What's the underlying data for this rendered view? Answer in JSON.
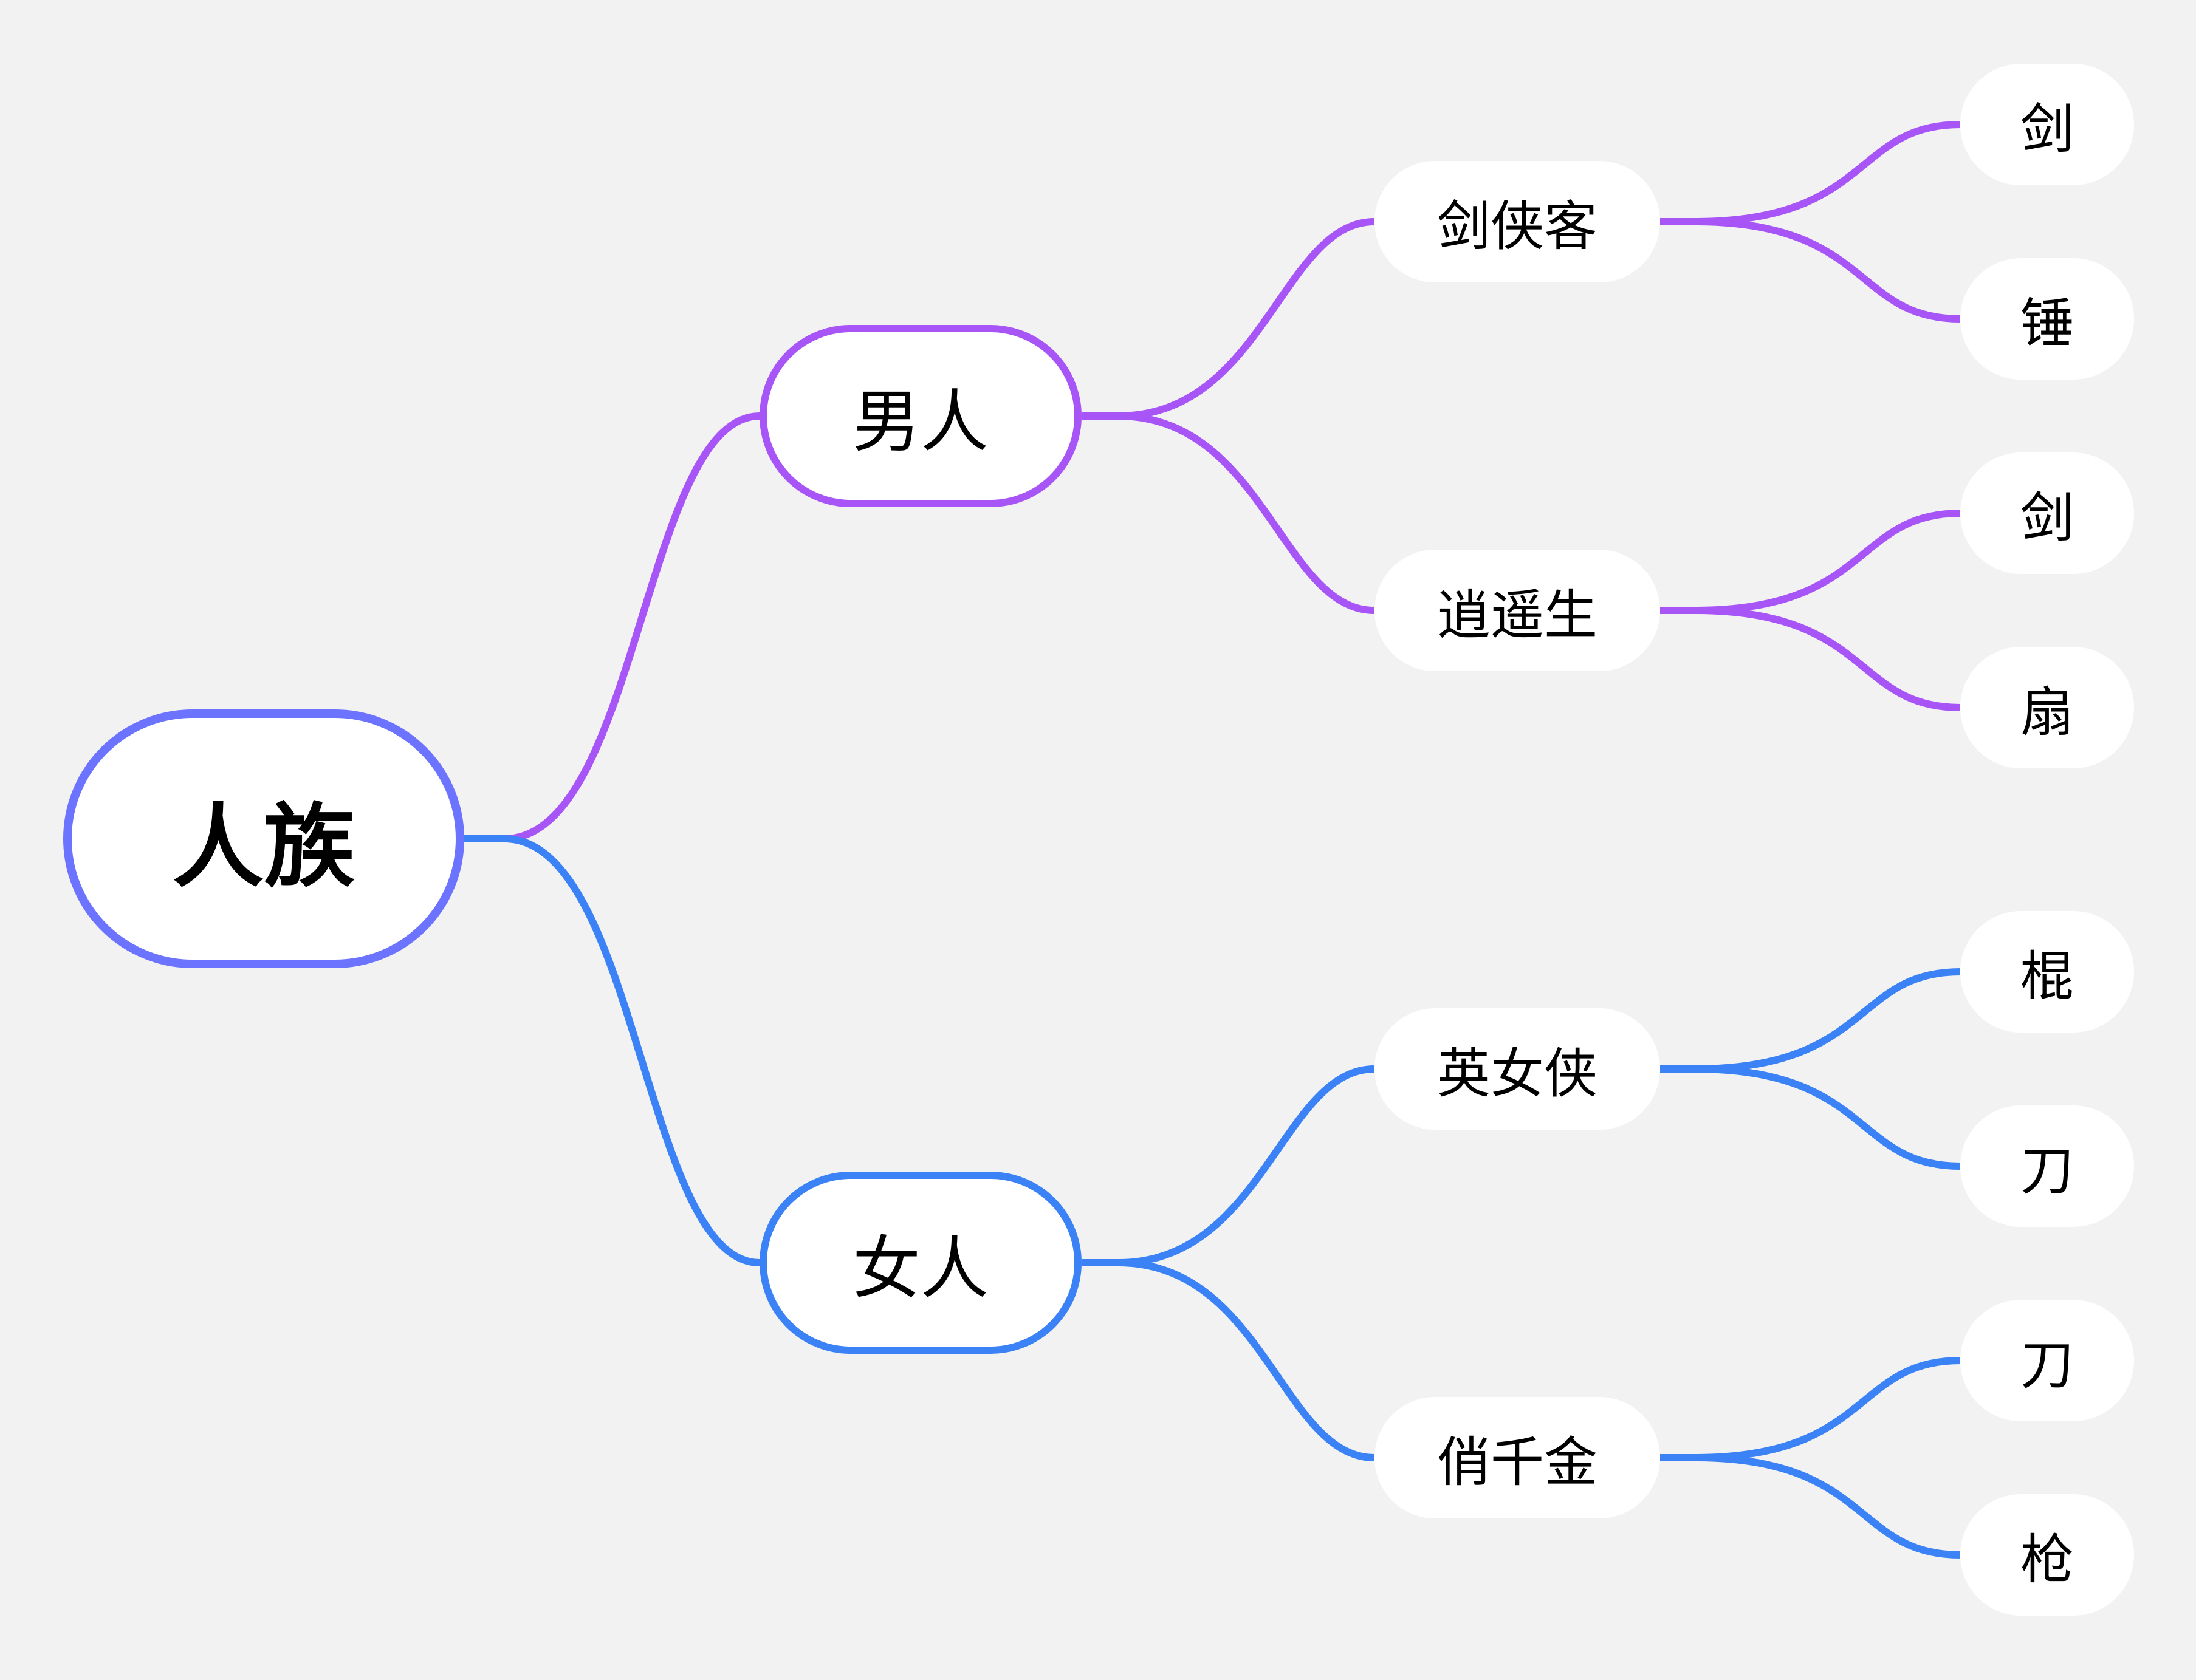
{
  "colors": {
    "background": "#f2f2f2",
    "root": "#6b73ff",
    "male_branch": "#a855f7",
    "female_branch": "#3b82f6"
  },
  "root": {
    "label": "人族"
  },
  "male": {
    "label": "男人",
    "sword_hero": {
      "label": "剑侠客",
      "weapons": [
        "剑",
        "锤"
      ]
    },
    "xiaoyao": {
      "label": "逍遥生",
      "weapons": [
        "剑",
        "扇"
      ]
    }
  },
  "female": {
    "label": "女人",
    "heroine": {
      "label": "英女侠",
      "weapons": [
        "棍",
        "刀"
      ]
    },
    "qianjin": {
      "label": "俏千金",
      "weapons": [
        "刀",
        "枪"
      ]
    }
  }
}
